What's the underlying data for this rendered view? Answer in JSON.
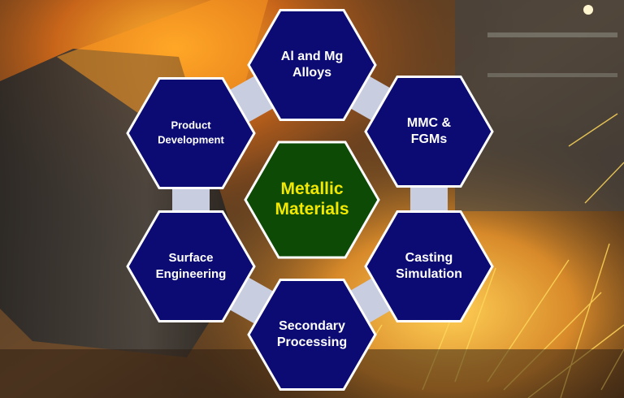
{
  "center": {
    "lines": [
      "Metallic",
      "Materials"
    ],
    "fill": "#0c4a06",
    "text_color": "#f2e800"
  },
  "nodes": [
    {
      "id": "al-mg",
      "lines": [
        "Al and Mg",
        "Alloys"
      ]
    },
    {
      "id": "mmc",
      "lines": [
        "MMC &",
        "FGMs"
      ]
    },
    {
      "id": "casting",
      "lines": [
        "Casting",
        "Simulation"
      ]
    },
    {
      "id": "secondary",
      "lines": [
        "Secondary",
        "Processing"
      ]
    },
    {
      "id": "surface",
      "lines": [
        "Surface",
        "Engineering"
      ]
    },
    {
      "id": "product",
      "lines": [
        "Product",
        "Development"
      ]
    }
  ],
  "colors": {
    "node_fill": "#0b0b73",
    "node_stroke": "#ffffff",
    "node_text": "#ffffff",
    "ring": "#c8cde0"
  }
}
